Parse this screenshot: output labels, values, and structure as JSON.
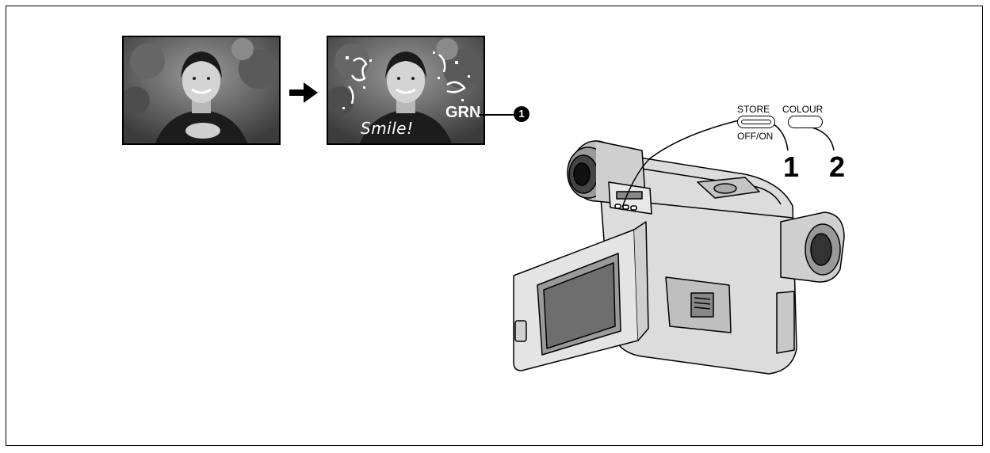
{
  "before_photo": {
    "description_icon": "portrait-photo"
  },
  "after_photo": {
    "overlay_text": "Smile!",
    "colour_indicator": "GRN"
  },
  "callout": {
    "marker": "1"
  },
  "controls": {
    "store_label": "STORE",
    "off_on_label": "OFF/ON",
    "colour_label": "COLOUR"
  },
  "steps": [
    "1",
    "2"
  ],
  "icons": {
    "arrow": "right-arrow-icon",
    "camera": "camcorder-illustration"
  },
  "colors": {
    "line": "#000000",
    "background": "#ffffff"
  }
}
